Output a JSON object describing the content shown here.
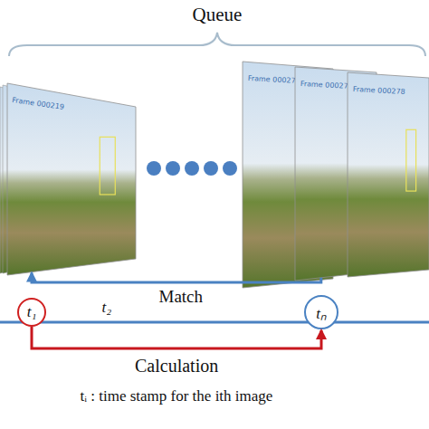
{
  "diagram": {
    "nodes": [
      {
        "text": [
          "Frame 000219"
        ]
      },
      {
        "text": [
          "Frame 000276"
        ]
      },
      {
        "text": [
          "Frame 000277"
        ]
      },
      {
        "text": [
          "Frame 000278"
        ]
      },
      {
        "text": [
          "t₁"
        ]
      },
      {
        "text": [
          "tₙ"
        ]
      }
    ],
    "edges": [
      {
        "from": 2,
        "to": 0,
        "label": "Match",
        "arrow": "to"
      },
      {
        "from": 4,
        "to": 5,
        "label": "Calculation",
        "arrow": "to"
      }
    ],
    "labels": [
      "Queue",
      "t₂",
      "tᵢ : time stamp for the ith image"
    ]
  }
}
